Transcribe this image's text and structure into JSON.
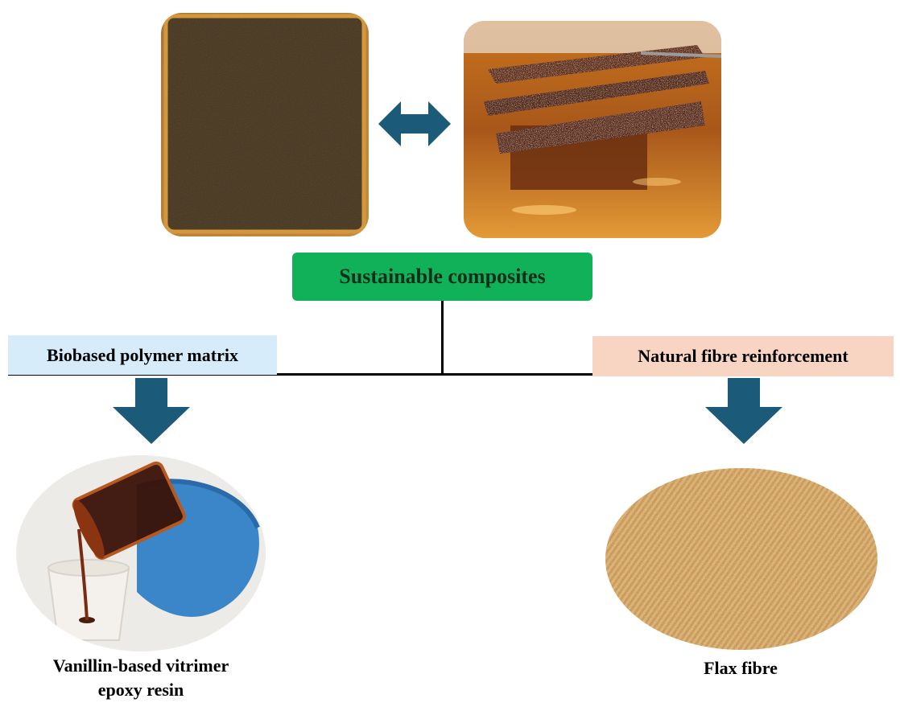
{
  "title": "Sustainable composites",
  "branches": {
    "left": {
      "label": "Biobased polymer matrix",
      "caption_line1": "Vanillin-based vitrimer",
      "caption_line2": "epoxy resin"
    },
    "right": {
      "label": "Natural fibre reinforcement",
      "caption": "Flax fibre"
    }
  },
  "colors": {
    "title_box": "#11b15a",
    "left_label_bg": "#d6ecfa",
    "right_label_bg": "#f8d5c2",
    "arrows": "#1c5a7a"
  },
  "icons": [
    "double-arrow-icon",
    "down-arrow-icon"
  ]
}
